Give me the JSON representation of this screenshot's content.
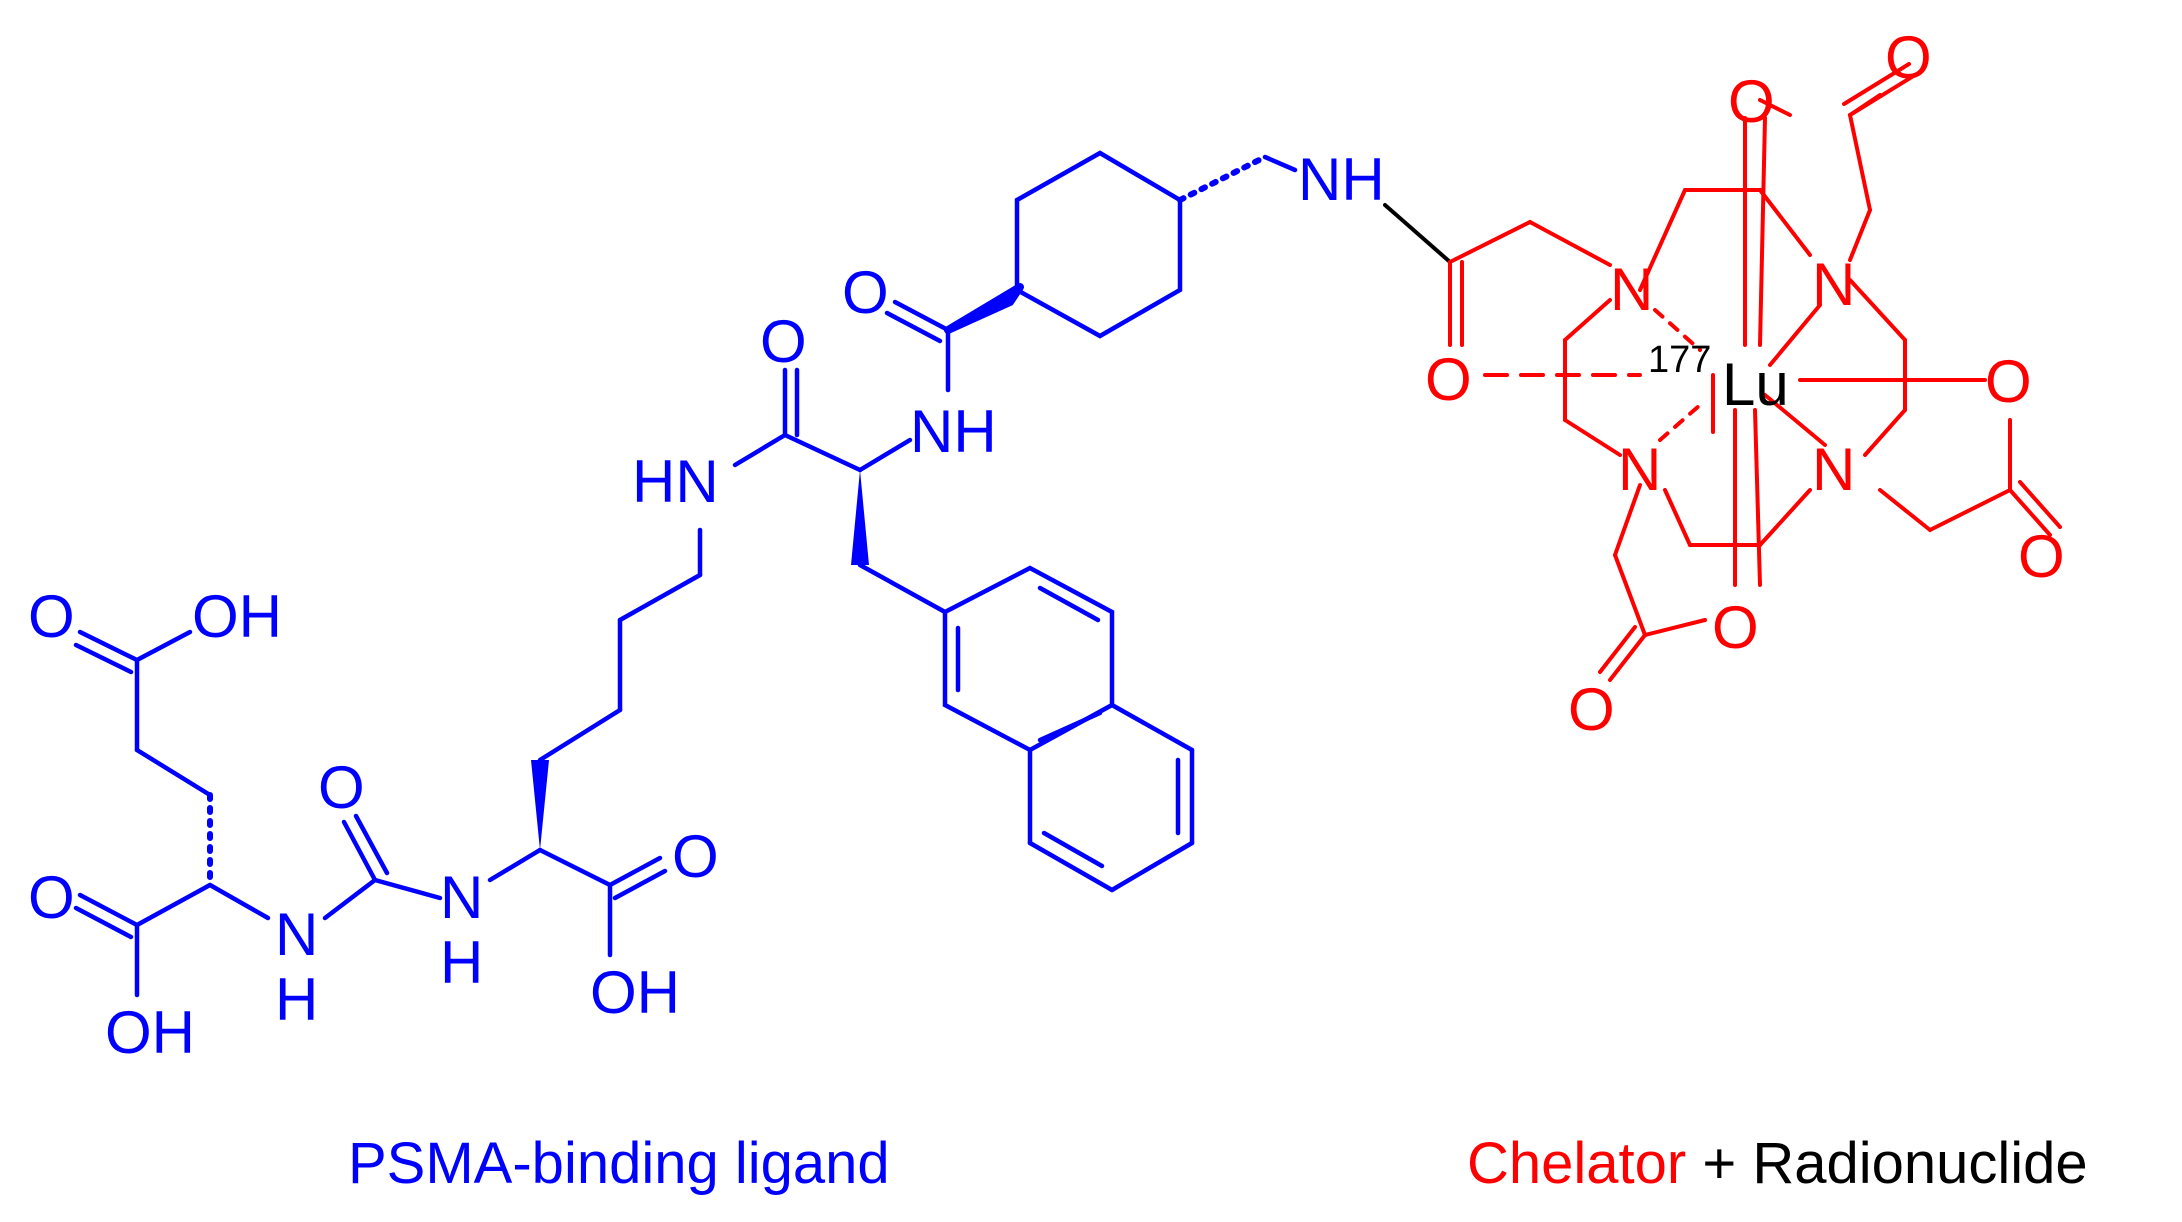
{
  "colors": {
    "ligand": "#0000ff",
    "chelator": "#ff0000",
    "radionuclide": "#000000"
  },
  "atoms": {
    "o_oh1": "O",
    "oh_1": "OH",
    "o_oh2": "O",
    "oh_2": "OH",
    "urea_o": "O",
    "urea_n1": "N",
    "urea_h1": "H",
    "urea_n2": "N",
    "urea_h2": "H",
    "lys_o": "O",
    "lys_oh": "OH",
    "hn": "HN",
    "amide_o": "O",
    "nh_1": "NH",
    "cyc_o": "O",
    "nh_link": "NH",
    "ch_o": "O",
    "ring_o_tl": "O",
    "ring_o_tl_carbonyl": "O",
    "ring_o_r": "O",
    "ring_o_r_carbonyl": "O",
    "ring_o_b": "O",
    "ring_o_b_carbonyl": "O",
    "n_tl": "N",
    "n_tr": "N",
    "n_bl": "N",
    "n_br": "N",
    "isotope": "177",
    "metal": "Lu"
  },
  "labels": {
    "ligand": "PSMA-binding ligand",
    "chelator": "Chelator",
    "plus": " + ",
    "radionuclide": "Radionuclide"
  }
}
